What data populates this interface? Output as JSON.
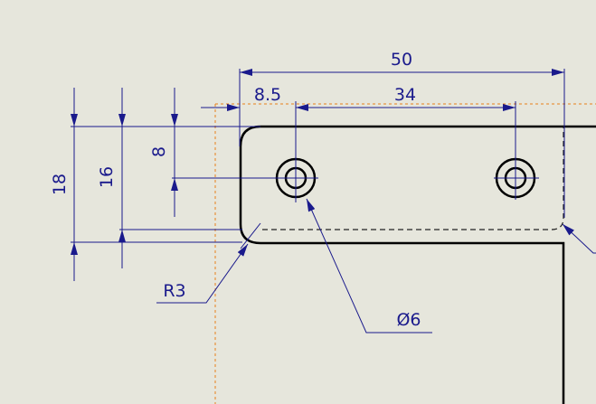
{
  "colors": {
    "background": "#e6e6dc",
    "dimension": "#1a1a8c",
    "geometry": "#000000",
    "hidden": "#222222",
    "construction": "#e8801a"
  },
  "dimensions": {
    "overall_width": "50",
    "edge_to_hole": "8.5",
    "hole_spacing": "34",
    "total_height": "18",
    "flange_height": "16",
    "hole_height": "8",
    "fillet_radius": "R3",
    "hole_diameter": "Ø6"
  }
}
